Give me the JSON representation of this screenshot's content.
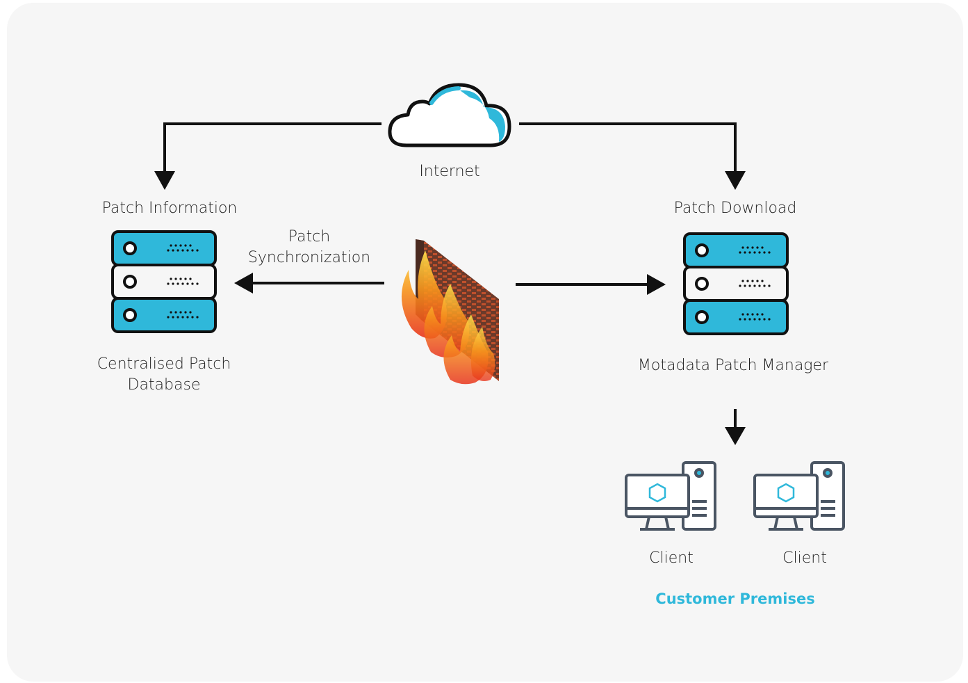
{
  "labels": {
    "internet": "Internet",
    "patch_information": "Patch Information",
    "patch_download": "Patch Download",
    "patch_sync_line1": "Patch",
    "patch_sync_line2": "Synchronization",
    "central_db_line1": "Centralised Patch",
    "central_db_line2": "Database",
    "patch_manager": "Motadata Patch Manager",
    "client_1": "Client",
    "client_2": "Client",
    "customer_premises": "Customer Premises"
  },
  "colors": {
    "accent": "#2fb8da",
    "stroke": "#111111",
    "client_stroke": "#4a5563",
    "panel": "#f6f6f6"
  },
  "icons": [
    "cloud-icon",
    "server-icon",
    "firewall-icon",
    "client-computer-icon"
  ]
}
